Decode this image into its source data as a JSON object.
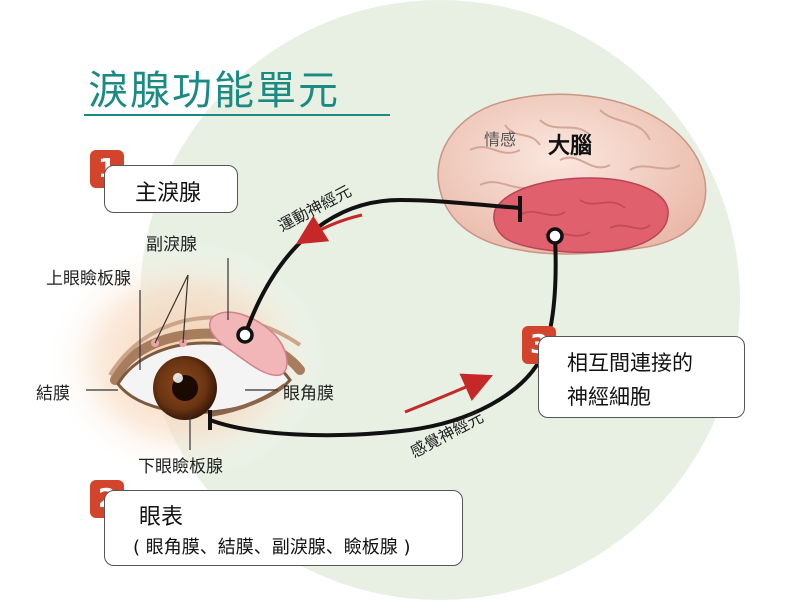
{
  "title": "淚腺功能單元",
  "units": [
    {
      "number": "1",
      "label": "主淚腺"
    },
    {
      "number": "2",
      "label": "眼表",
      "sublabel": "( 眼角膜、結膜、副淚腺、瞼板腺 )"
    },
    {
      "number": "3",
      "label_line1": "相互間連接的",
      "label_line2": "神經細胞"
    }
  ],
  "brain": {
    "label": "大腦",
    "emotion_label": "情感"
  },
  "nerves": {
    "motor": "運動神經元",
    "sensory": "感覺神經元"
  },
  "eye_labels": {
    "accessory_lacrimal": "副淚腺",
    "upper_meibomian": "上眼瞼板腺",
    "conjunctiva": "結膜",
    "cornea": "眼角膜",
    "lower_meibomian": "下眼瞼板腺"
  },
  "colors": {
    "accent": "#1a8a82",
    "badge": "#d2452c",
    "arrow": "#c62828",
    "limbic": "#e0606e",
    "background_circle": "#e8f0e4"
  }
}
